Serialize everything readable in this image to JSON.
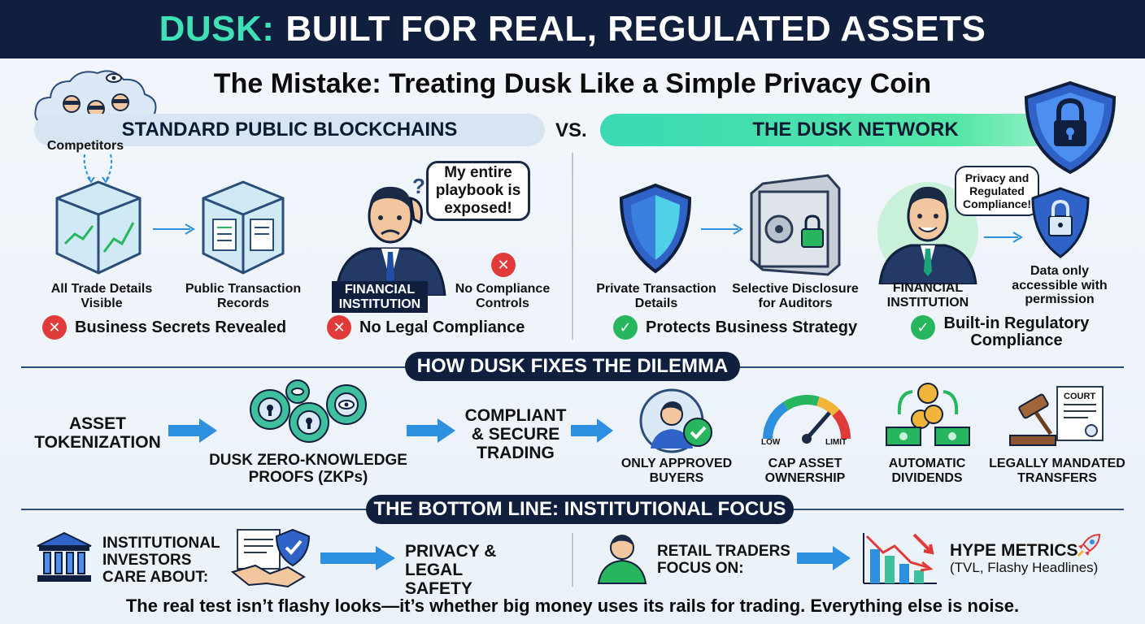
{
  "header": {
    "brand": "DUSK:",
    "title": "BUILT FOR REAL, REGULATED ASSETS"
  },
  "subtitle": "The Mistake: Treating Dusk Like a Simple Privacy Coin",
  "comparison": {
    "left_title": "STANDARD PUBLIC BLOCKCHAINS",
    "vs": "VS.",
    "right_title": "THE DUSK NETWORK",
    "competitors_label": "Competitors",
    "left": {
      "items": [
        "All Trade Details Visible",
        "Public Transaction Records"
      ],
      "institution_label": "FINANCIAL INSTITUTION",
      "speech": "My entire playbook is exposed!",
      "no_controls": "No Compliance Controls",
      "statuses": [
        "Business Secrets Revealed",
        "No Legal Compliance"
      ]
    },
    "right": {
      "items": [
        "Private Transaction Details",
        "Selective Disclosure for Auditors"
      ],
      "institution_label": "FINANCIAL INSTITUTION",
      "speech": "Privacy and Regulated Compliance!",
      "permission": "Data only accessible with permission",
      "statuses": [
        "Protects Business Strategy",
        "Built-in Regulatory Compliance"
      ]
    }
  },
  "fixes": {
    "section_title": "HOW DUSK FIXES THE DILEMMA",
    "flow": [
      "ASSET TOKENIZATION",
      "DUSK ZERO-KNOWLEDGE PROOFS (ZKPs)",
      "COMPLIANT & SECURE TRADING"
    ],
    "features": [
      "ONLY APPROVED BUYERS",
      "CAP ASSET OWNERSHIP",
      "AUTOMATIC DIVIDENDS",
      "LEGALLY MANDATED TRANSFERS"
    ],
    "gauge_low": "LOW",
    "gauge_limit": "LIMIT",
    "court": "COURT"
  },
  "bottom": {
    "section_title": "THE BOTTOM LINE: INSTITUTIONAL FOCUS",
    "institutional": "INSTITUTIONAL INVESTORS CARE ABOUT:",
    "institutional_result": "PRIVACY & LEGAL SAFETY",
    "retail": "RETAIL TRADERS FOCUS ON:",
    "retail_result": "HYPE METRICS",
    "retail_note": "(TVL, Flashy Headlines)"
  },
  "footer": "The real test isn’t flashy looks—it’s whether big money uses its rails for trading. Everything else is noise.",
  "colors": {
    "navy": "#0f1f3d",
    "teal": "#3fe0b5",
    "red": "#e03a3a",
    "green": "#27b65d",
    "blue_arrow": "#2d8fe0"
  }
}
